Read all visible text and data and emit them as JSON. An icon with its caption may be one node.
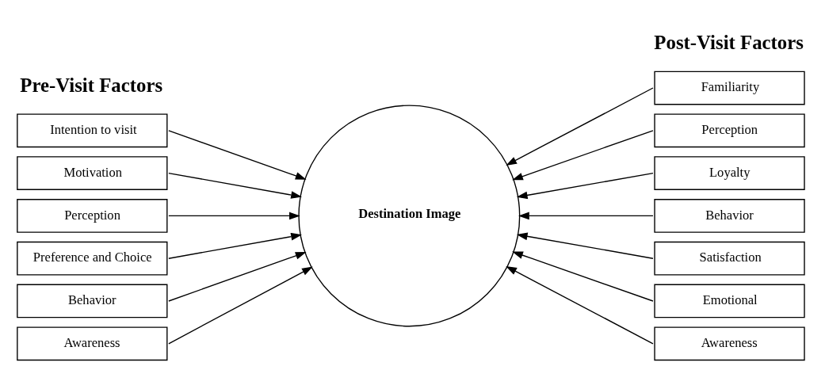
{
  "diagram": {
    "nodes": [
      {
        "text": [
          "Intention to visit"
        ]
      },
      {
        "text": [
          "Motivation"
        ]
      },
      {
        "text": [
          "Perception"
        ]
      },
      {
        "text": [
          "Preference and Choice"
        ]
      },
      {
        "text": [
          "Behavior"
        ]
      },
      {
        "text": [
          "Awareness"
        ]
      },
      {
        "text": [
          "Destination Image"
        ]
      },
      {
        "text": [
          "Familiarity"
        ]
      },
      {
        "text": [
          "Perception"
        ]
      },
      {
        "text": [
          "Loyalty"
        ]
      },
      {
        "text": [
          "Behavior"
        ]
      },
      {
        "text": [
          "Satisfaction"
        ]
      },
      {
        "text": [
          "Emotional"
        ]
      },
      {
        "text": [
          "Awareness"
        ]
      }
    ],
    "edges": [
      {
        "from": 0,
        "to": 6,
        "arrow": "to"
      },
      {
        "from": 1,
        "to": 6,
        "arrow": "to"
      },
      {
        "from": 2,
        "to": 6,
        "arrow": "to"
      },
      {
        "from": 3,
        "to": 6,
        "arrow": "to"
      },
      {
        "from": 4,
        "to": 6,
        "arrow": "to"
      },
      {
        "from": 5,
        "to": 6,
        "arrow": "to"
      },
      {
        "from": 7,
        "to": 6,
        "arrow": "to"
      },
      {
        "from": 8,
        "to": 6,
        "arrow": "to"
      },
      {
        "from": 9,
        "to": 6,
        "arrow": "to"
      },
      {
        "from": 10,
        "to": 6,
        "arrow": "to"
      },
      {
        "from": 11,
        "to": 6,
        "arrow": "to"
      },
      {
        "from": 12,
        "to": 6,
        "arrow": "to"
      },
      {
        "from": 13,
        "to": 6,
        "arrow": "to"
      }
    ],
    "labels": [
      "Pre-Visit Factors",
      "Post-Visit Factors"
    ]
  }
}
